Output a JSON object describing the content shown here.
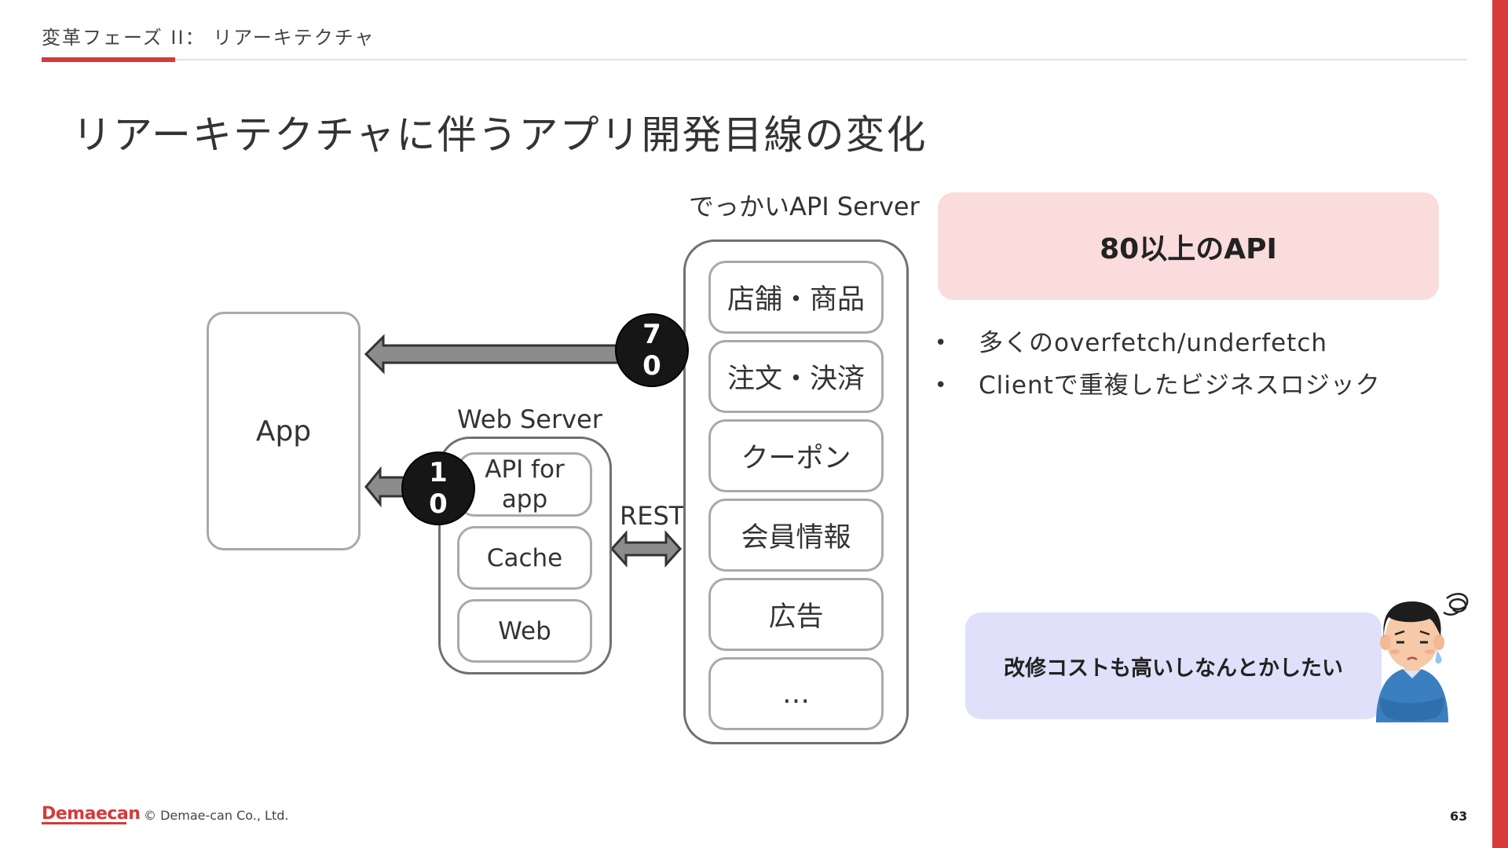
{
  "header": {
    "section_label": "変革フェーズ II： リアーキテクチャ",
    "title": "リアーキテクチャに伴うアプリ開発目線の変化"
  },
  "diagram": {
    "app_label": "App",
    "web_server": {
      "label": "Web Server",
      "items": [
        "API for\napp",
        "Cache",
        "Web"
      ]
    },
    "api_server": {
      "label": "でっかいAPI Server",
      "items": [
        "店舗・商品",
        "注文・決済",
        "クーポン",
        "会員情報",
        "広告",
        "…"
      ]
    },
    "rest_label": "REST",
    "badges": {
      "big": "7\n0",
      "small": "1\n0"
    }
  },
  "info": {
    "highlight": "80以上のAPI",
    "bullets": [
      "多くのoverfetch/underfetch",
      "Clientで重複したビジネスロジック"
    ],
    "note": "改修コストも高いしなんとかしたい"
  },
  "footer": {
    "logo": "Demaecan",
    "copyright": "© Demae-can Co., Ltd.",
    "page_number": "63"
  },
  "colors": {
    "accent_red": "#d63a3a",
    "highlight_pink": "#fadcdc",
    "note_lavender": "#e0e0fa",
    "badge_black": "#161616",
    "arrow_gray": "#8c8c8c"
  }
}
